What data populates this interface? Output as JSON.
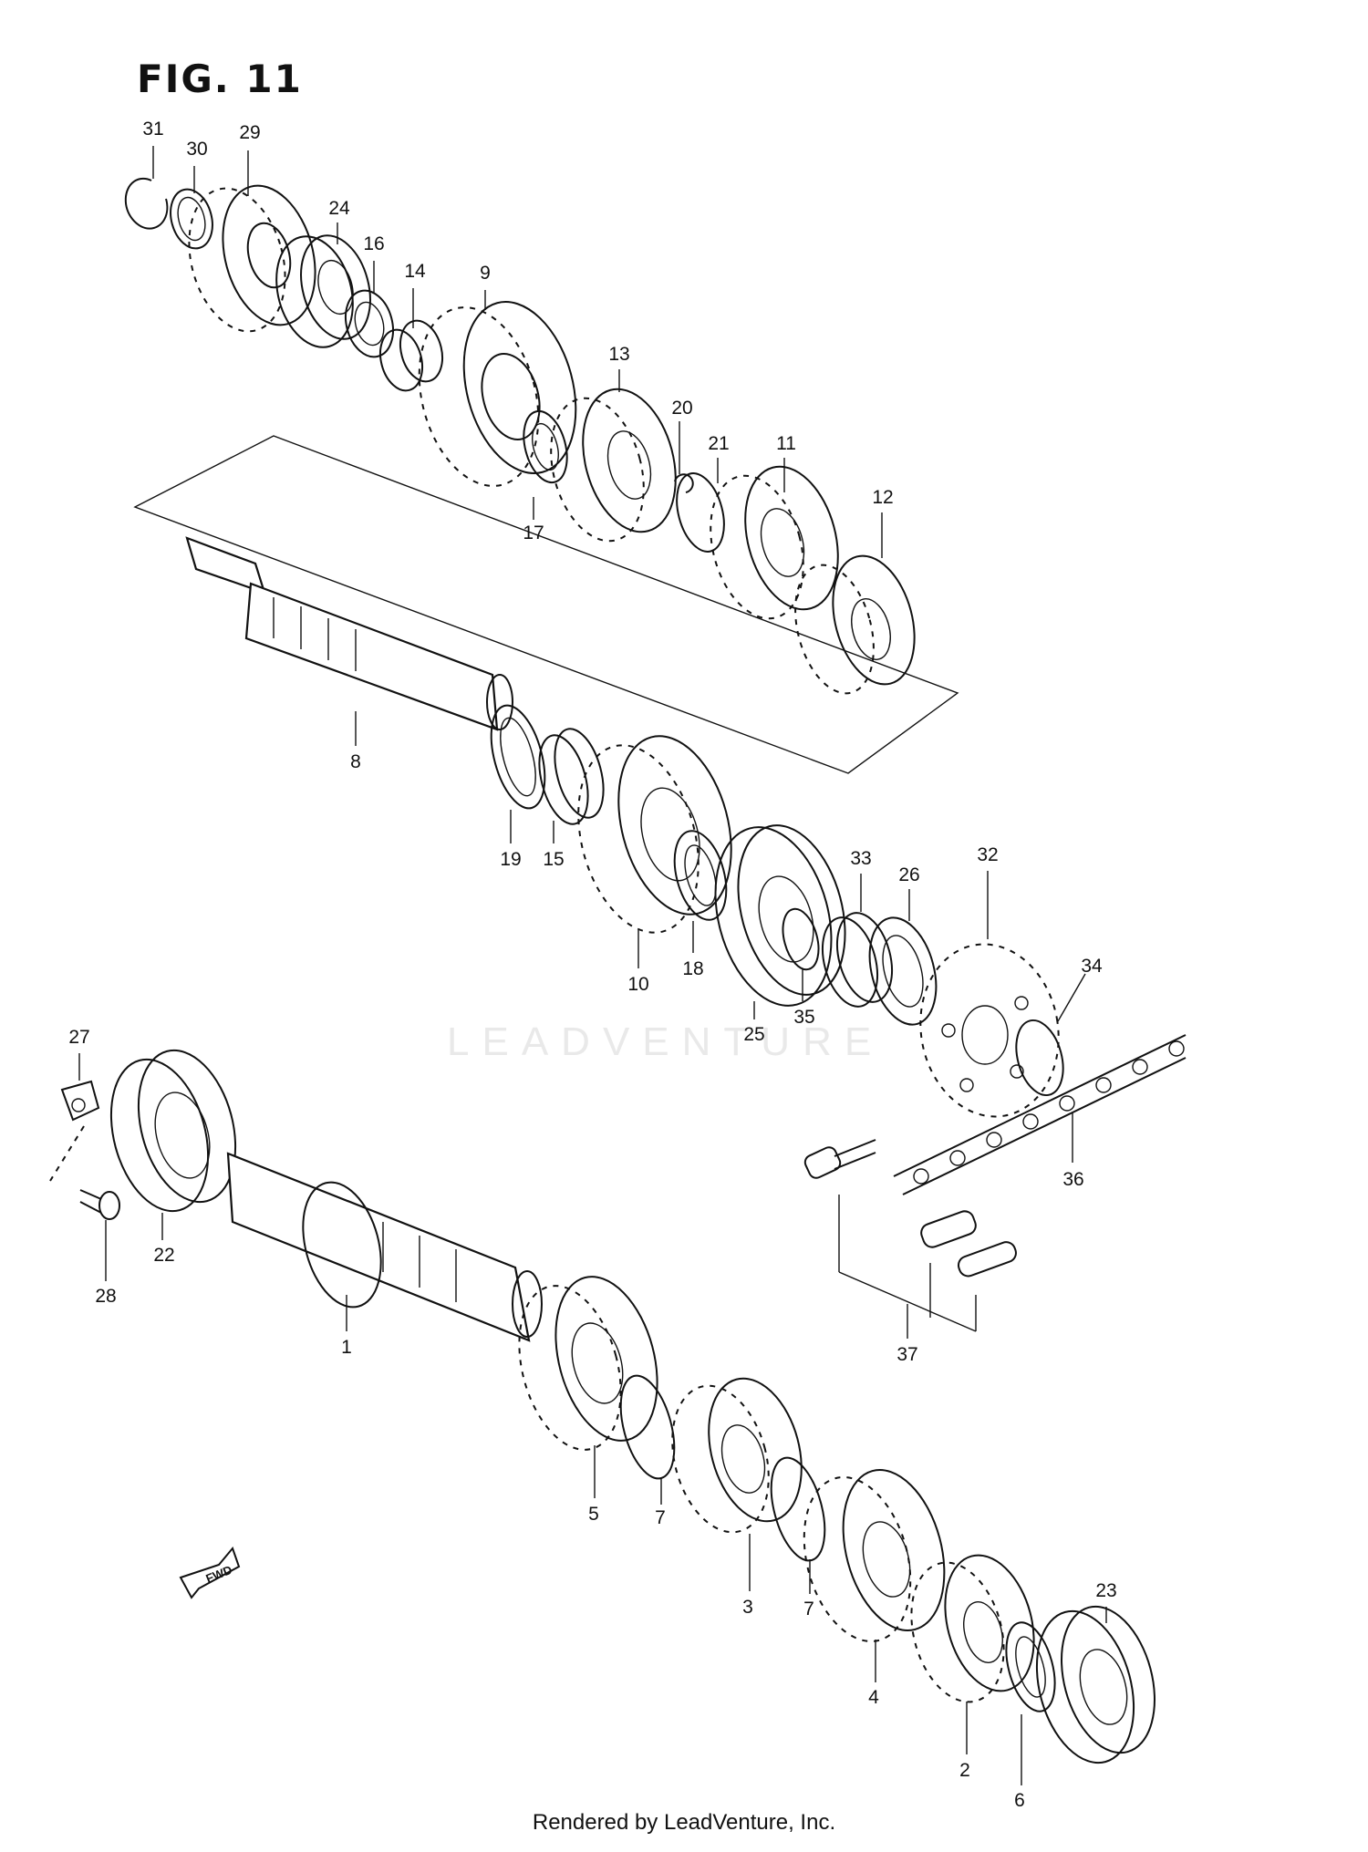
{
  "figure": {
    "title": "FIG. 11"
  },
  "watermark": "LEADVENTURE",
  "footer": "Rendered by LeadVenture, Inc.",
  "fwd_label": "FWD",
  "callouts": [
    {
      "id": "c31",
      "text": "31"
    },
    {
      "id": "c30",
      "text": "30"
    },
    {
      "id": "c29",
      "text": "29"
    },
    {
      "id": "c24",
      "text": "24"
    },
    {
      "id": "c16",
      "text": "16"
    },
    {
      "id": "c14",
      "text": "14"
    },
    {
      "id": "c9",
      "text": "9"
    },
    {
      "id": "c13",
      "text": "13"
    },
    {
      "id": "c20",
      "text": "20"
    },
    {
      "id": "c21",
      "text": "21"
    },
    {
      "id": "c11",
      "text": "11"
    },
    {
      "id": "c12",
      "text": "12"
    },
    {
      "id": "c17",
      "text": "17"
    },
    {
      "id": "c8",
      "text": "8"
    },
    {
      "id": "c19",
      "text": "19"
    },
    {
      "id": "c15",
      "text": "15"
    },
    {
      "id": "c10",
      "text": "10"
    },
    {
      "id": "c18",
      "text": "18"
    },
    {
      "id": "c25",
      "text": "25"
    },
    {
      "id": "c35",
      "text": "35"
    },
    {
      "id": "c33",
      "text": "33"
    },
    {
      "id": "c26",
      "text": "26"
    },
    {
      "id": "c32",
      "text": "32"
    },
    {
      "id": "c34",
      "text": "34"
    },
    {
      "id": "c36",
      "text": "36"
    },
    {
      "id": "c37",
      "text": "37"
    },
    {
      "id": "c27",
      "text": "27"
    },
    {
      "id": "c22",
      "text": "22"
    },
    {
      "id": "c28",
      "text": "28"
    },
    {
      "id": "c1",
      "text": "1"
    },
    {
      "id": "c5",
      "text": "5"
    },
    {
      "id": "c7a",
      "text": "7"
    },
    {
      "id": "c3",
      "text": "3"
    },
    {
      "id": "c7b",
      "text": "7"
    },
    {
      "id": "c4",
      "text": "4"
    },
    {
      "id": "c2",
      "text": "2"
    },
    {
      "id": "c6",
      "text": "6"
    },
    {
      "id": "c23",
      "text": "23"
    }
  ]
}
